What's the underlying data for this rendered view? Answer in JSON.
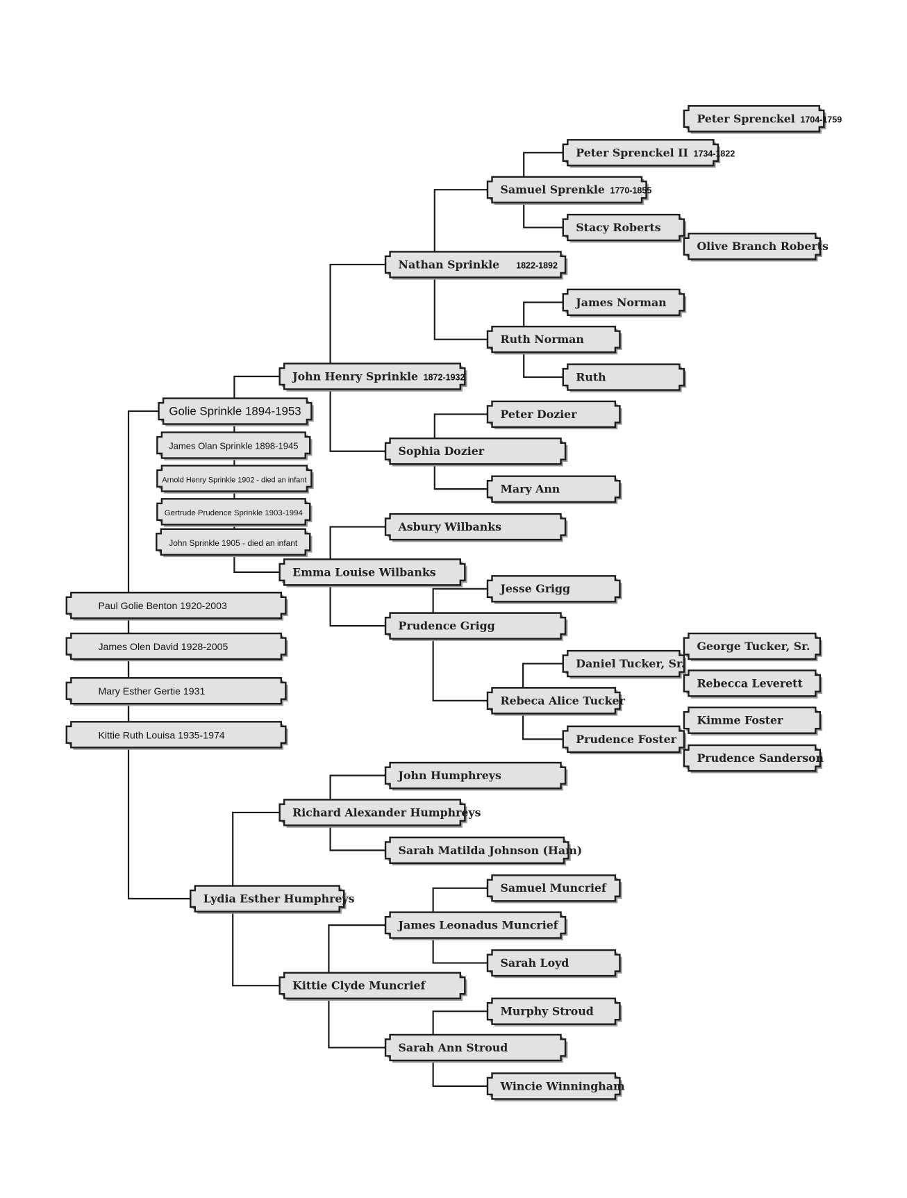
{
  "title": "Family tree",
  "people": [
    {
      "name": "Peter Sprenckel",
      "dates": "1704-1759"
    },
    {
      "name": "Peter Sprenckel II",
      "dates": "1734-1822"
    },
    {
      "name": "Samuel Sprenkle",
      "dates": "1770-1855"
    },
    {
      "name": "Stacy Roberts",
      "dates": ""
    },
    {
      "name": "Olive Branch Roberts",
      "dates": ""
    },
    {
      "name": "Nathan Sprinkle",
      "dates": "1822-1892"
    },
    {
      "name": "James Norman",
      "dates": ""
    },
    {
      "name": "Ruth Norman",
      "dates": ""
    },
    {
      "name": "Ruth",
      "dates": ""
    },
    {
      "name": "John Henry Sprinkle",
      "dates": "1872-1932"
    },
    {
      "name": "Golie Sprinkle 1894-1953",
      "dates": ""
    },
    {
      "name": "Peter Dozier",
      "dates": ""
    },
    {
      "name": "James Olan Sprinkle 1898-1945",
      "dates": ""
    },
    {
      "name": "Sophia Dozier",
      "dates": ""
    },
    {
      "name": "Arnold Henry Sprinkle 1902 - died an infant",
      "dates": ""
    },
    {
      "name": "Mary Ann",
      "dates": ""
    },
    {
      "name": "Gertrude Prudence Sprinkle 1903-1994",
      "dates": ""
    },
    {
      "name": "Asbury Wilbanks",
      "dates": ""
    },
    {
      "name": "John Sprinkle 1905 - died an infant",
      "dates": ""
    },
    {
      "name": "Emma Louise Wilbanks",
      "dates": ""
    },
    {
      "name": "Jesse Grigg",
      "dates": ""
    },
    {
      "name": "Paul Golie Benton 1920-2003",
      "dates": ""
    },
    {
      "name": "Prudence Grigg",
      "dates": ""
    },
    {
      "name": "George Tucker, Sr.",
      "dates": ""
    },
    {
      "name": "James Olen David 1928-2005",
      "dates": ""
    },
    {
      "name": "Daniel Tucker, Sr.",
      "dates": ""
    },
    {
      "name": "Rebecca Leverett",
      "dates": ""
    },
    {
      "name": "Mary Esther Gertie 1931",
      "dates": ""
    },
    {
      "name": "Rebeca Alice Tucker",
      "dates": ""
    },
    {
      "name": "Kimme Foster",
      "dates": ""
    },
    {
      "name": "Kittie Ruth Louisa 1935-1974",
      "dates": ""
    },
    {
      "name": "Prudence Foster",
      "dates": ""
    },
    {
      "name": "Prudence Sanderson",
      "dates": ""
    },
    {
      "name": "John Humphreys",
      "dates": ""
    },
    {
      "name": "Richard Alexander Humphreys",
      "dates": ""
    },
    {
      "name": "Sarah Matilda Johnson (Ham)",
      "dates": ""
    },
    {
      "name": "Samuel Muncrief",
      "dates": ""
    },
    {
      "name": "Lydia Esther Humphreys",
      "dates": ""
    },
    {
      "name": "James Leonadus Muncrief",
      "dates": ""
    },
    {
      "name": "Sarah Loyd",
      "dates": ""
    },
    {
      "name": "Kittie Clyde Muncrief",
      "dates": ""
    },
    {
      "name": "Murphy Stroud",
      "dates": ""
    },
    {
      "name": "Sarah Ann Stroud",
      "dates": ""
    },
    {
      "name": "Wincie Winningham",
      "dates": ""
    }
  ]
}
